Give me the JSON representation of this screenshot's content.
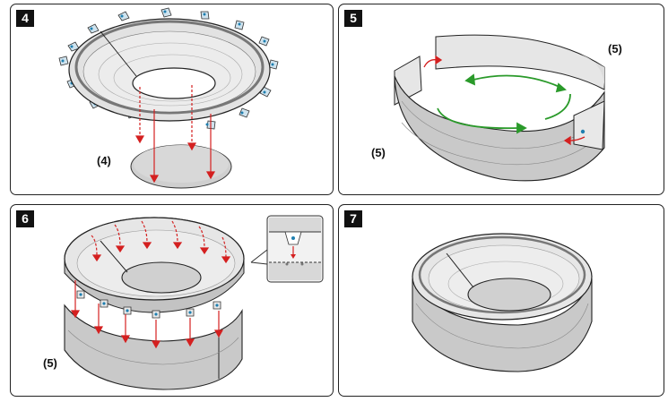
{
  "steps": [
    {
      "number": "4",
      "part_label": "(4)"
    },
    {
      "number": "5",
      "part_label_a": "(5)",
      "part_label_b": "(5)"
    },
    {
      "number": "6",
      "part_label": "(5)"
    },
    {
      "number": "7"
    }
  ],
  "colors": {
    "assembly_arrow": "#d42020",
    "rotate_arrow": "#2a9a2a",
    "tab_dot": "#1f7fb0",
    "model_gray": "#bdbdbd",
    "outline": "#222222"
  }
}
